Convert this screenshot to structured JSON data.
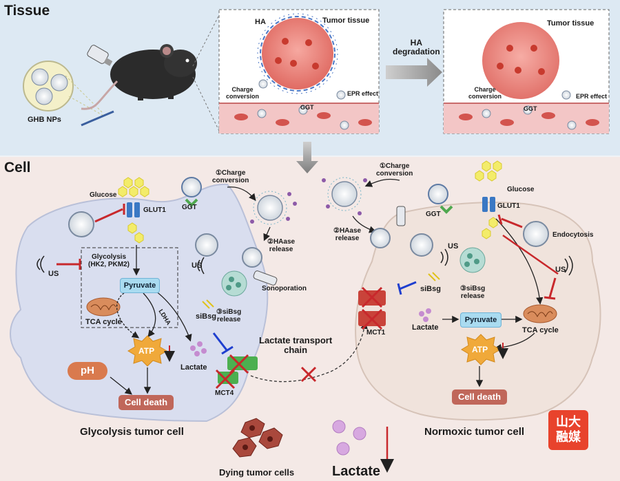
{
  "sections": {
    "tissue": "Tissue",
    "cell": "Cell"
  },
  "tissue": {
    "nps_label": "GHB NPs",
    "panel1": {
      "ha": "HA",
      "tumor": "Tumor tissue",
      "charge_conversion": "Charge\nconversion",
      "epr": "EPR effect",
      "ggt": "GGT"
    },
    "degradation": "HA\ndegradation",
    "panel2": {
      "tumor": "Tumor tissue",
      "charge_conversion": "Charge\nconversion",
      "epr": "EPR effect",
      "ggt": "GGT"
    }
  },
  "left_cell": {
    "glucose": "Glucose",
    "glut1": "GLUT1",
    "ggt": "GGT",
    "glycolysis": "Glycolysis\n(HK2, PKM2)",
    "pyruvate": "Pyruvate",
    "tca": "TCA cycle",
    "ldha": "LDHA",
    "atp": "ATP",
    "ph": "pH",
    "cell_death": "Cell death",
    "lactate": "Lactate",
    "mct4": "MCT4",
    "us1": "US",
    "us2": "US",
    "sibsg": "siBsg",
    "title": "Glycolysis tumor cell"
  },
  "middle": {
    "step1": "①Charge\nconversion",
    "step2": "②HAase\nrelease",
    "sonoporation": "Sonoporation",
    "step3": "③siBsg\nrelease",
    "transport": "Lactate transport\nchain",
    "dying": "Dying tumor cells",
    "lactate_big": "Lactate"
  },
  "right_cell": {
    "step1": "①Charge\nconversion",
    "step2": "②HAase\nrelease",
    "glucose": "Glucose",
    "glut1": "GLUT1",
    "ggt": "GGT",
    "endocytosis": "Endocytosis",
    "us1": "US",
    "us2": "US",
    "sibsg": "siBsg",
    "step3": "③siBsg\nrelease",
    "mct1": "MCT1",
    "lactate": "Lactate",
    "pyruvate": "Pyruvate",
    "tca": "TCA cycle",
    "atp": "ATP",
    "cell_death": "Cell death",
    "title": "Normoxic tumor cell"
  },
  "watermark": "山大\n融媒",
  "colors": {
    "tissue_bg": "#dde9f3",
    "cell_bg": "#f3e6e2",
    "left_cell": "#d5dcef",
    "right_cell": "#f0e4dc",
    "inhibit_red": "#c8282c",
    "inhibit_blue": "#1f3fcf",
    "glucose_yellow": "#f3ec6a",
    "atp_orange": "#f0a93a",
    "lactate_purple": "#c58cd0"
  }
}
